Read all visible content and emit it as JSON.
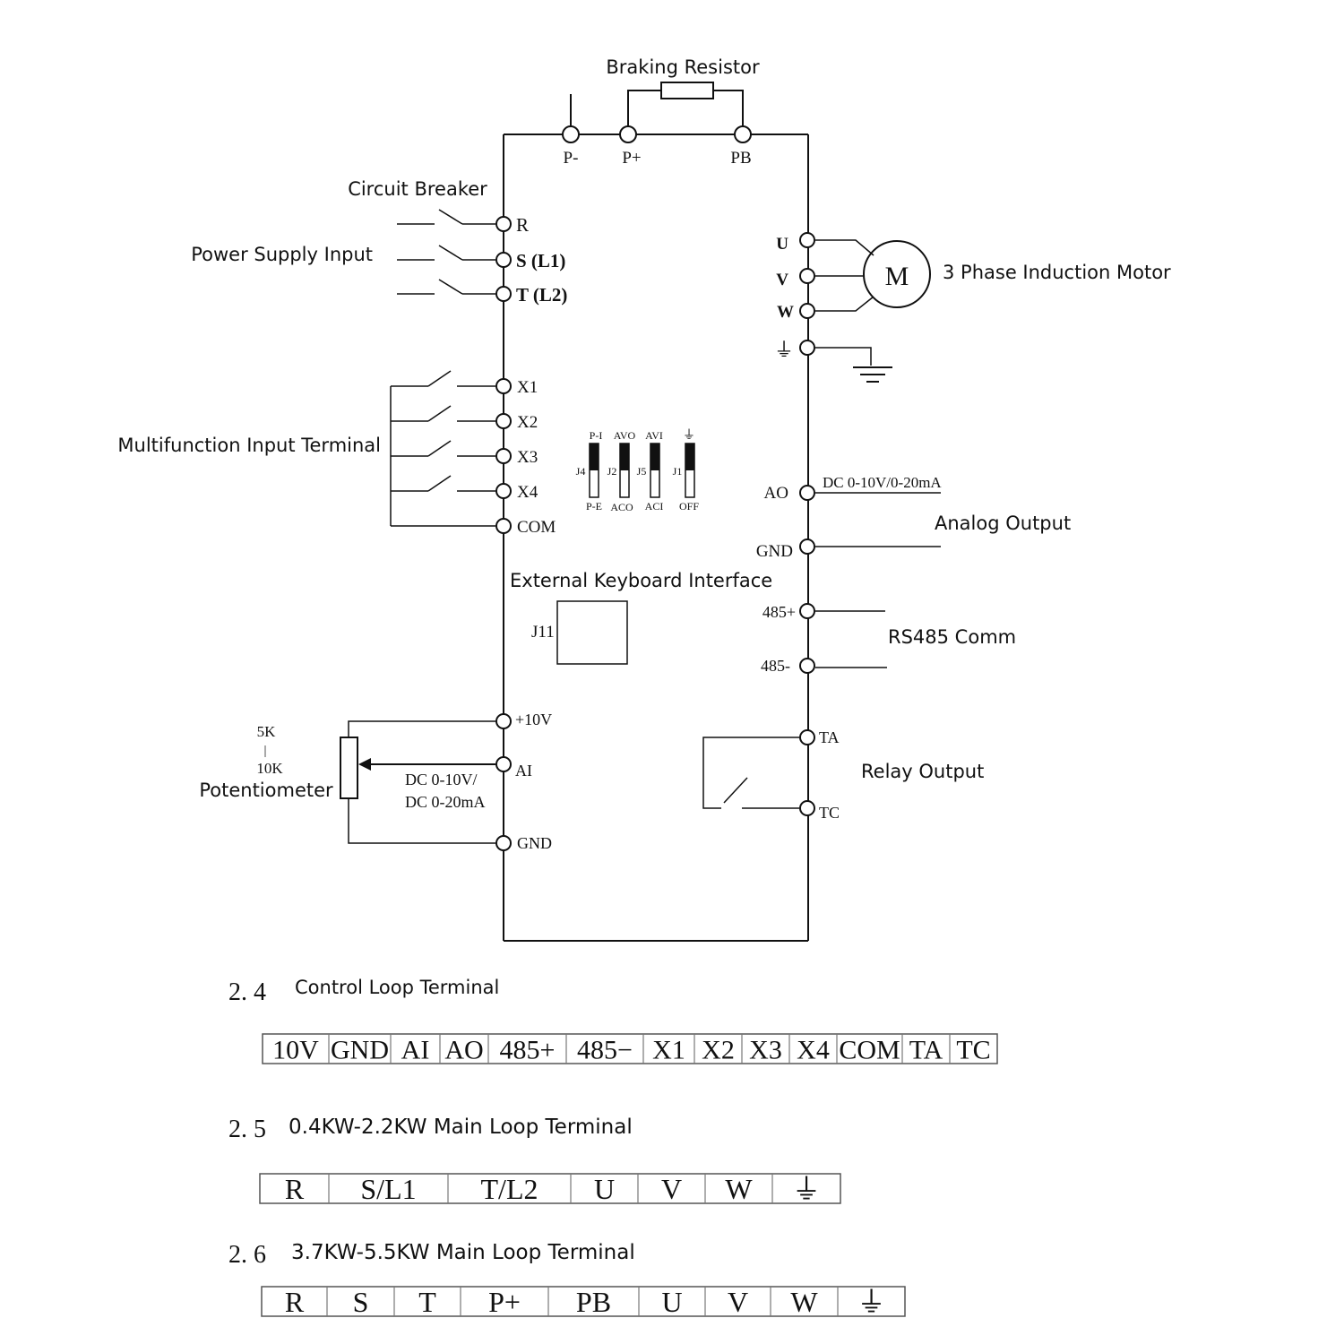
{
  "labels": {
    "braking_resistor": "Braking Resistor",
    "circuit_breaker": "Circuit Breaker",
    "power_supply_input": "Power Supply Input",
    "multifunction_input": "Multifunction Input Terminal",
    "motor": "3 Phase Induction Motor",
    "motor_symbol": "M",
    "analog_output": "Analog Output",
    "ao_range": "DC 0-10V/0-20mA",
    "external_keyboard": "External Keyboard Interface",
    "j11": "J11",
    "rs485": "RS485 Comm",
    "relay_output": "Relay Output",
    "pot_5k": "5K",
    "pot_sep": "|",
    "pot_10k": "10K",
    "potentiometer": "Potentiometer",
    "ai_range_1": "DC 0-10V/",
    "ai_range_2": "DC 0-20mA"
  },
  "top_terminals": {
    "pm": "P-",
    "pp": "P+",
    "pb": "PB"
  },
  "left_terminals": {
    "r": "R",
    "s": "S (L1)",
    "t": "T (L2)",
    "x1": "X1",
    "x2": "X2",
    "x3": "X3",
    "x4": "X4",
    "com": "COM",
    "v10": "+10V",
    "ai": "AI",
    "gnd": "GND"
  },
  "right_terminals": {
    "u": "U",
    "v": "V",
    "w": "W",
    "earth": "⏚",
    "ao": "AO",
    "gnd": "GND",
    "p485": "485+",
    "m485": "485-",
    "ta": "TA",
    "tc": "TC"
  },
  "jumpers": {
    "top": [
      "P-I",
      "AVO",
      "AVI",
      "⏚"
    ],
    "side": [
      "J4",
      "J2",
      "J5",
      "J1"
    ],
    "bottom": [
      "P-E",
      "ACO",
      "ACI",
      "OFF"
    ]
  },
  "sections": {
    "control": {
      "num": "2. 4",
      "title": "Control Loop Terminal"
    },
    "main_small": {
      "num": "2. 5",
      "title": "0.4KW-2.2KW Main Loop Terminal"
    },
    "main_large": {
      "num": "2. 6",
      "title": "3.7KW-5.5KW Main Loop Terminal"
    }
  },
  "control_terminals": [
    "10V",
    "GND",
    "AI",
    "AO",
    "485+",
    "485−",
    "X1",
    "X2",
    "X3",
    "X4",
    "COM",
    "TA",
    "TC"
  ],
  "main_small_terminals": [
    "R",
    "S/L1",
    "T/L2",
    "U",
    "V",
    "W",
    "⏚"
  ],
  "main_large_terminals": [
    "R",
    "S",
    "T",
    "P+",
    "PB",
    "U",
    "V",
    "W",
    "⏚"
  ]
}
